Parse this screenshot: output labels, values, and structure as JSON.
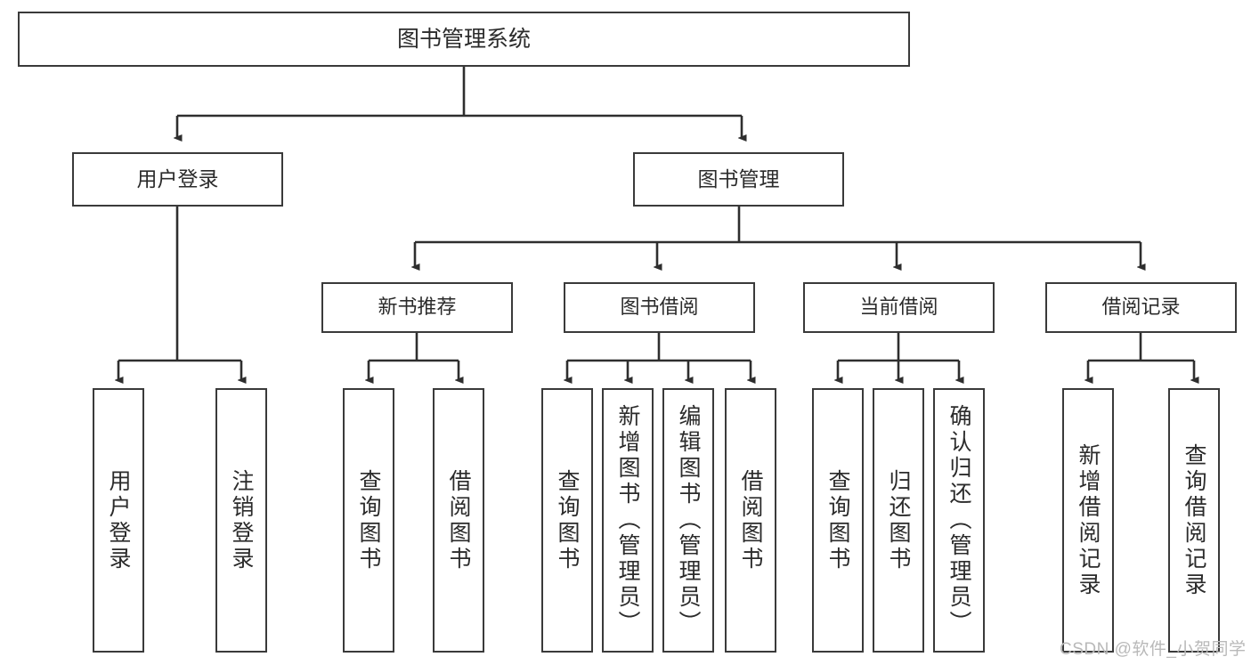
{
  "diagram": {
    "title": "图书管理系统",
    "type": "hierarchy-tree",
    "root": {
      "id": "root",
      "label": "图书管理系统",
      "level": 0
    },
    "level1": [
      {
        "id": "user-login",
        "label": "用户登录"
      },
      {
        "id": "book-manage",
        "label": "图书管理"
      }
    ],
    "level2": [
      {
        "id": "new-book-recommend",
        "label": "新书推荐",
        "parent": "book-manage"
      },
      {
        "id": "book-borrow",
        "label": "图书借阅",
        "parent": "book-manage"
      },
      {
        "id": "current-borrow",
        "label": "当前借阅",
        "parent": "book-manage"
      },
      {
        "id": "borrow-record",
        "label": "借阅记录",
        "parent": "book-manage"
      }
    ],
    "leaves": [
      {
        "id": "leaf-user-login",
        "label": "用户登录",
        "parent": "user-login"
      },
      {
        "id": "leaf-logout-login",
        "label": "注销登录",
        "parent": "user-login"
      },
      {
        "id": "leaf-query-book-1",
        "label": "查询图书",
        "parent": "new-book-recommend"
      },
      {
        "id": "leaf-borrow-book-1",
        "label": "借阅图书",
        "parent": "new-book-recommend"
      },
      {
        "id": "leaf-query-book-2",
        "label": "查询图书",
        "parent": "book-borrow"
      },
      {
        "id": "leaf-add-book",
        "label": "新增图书（管理员）",
        "parent": "book-borrow"
      },
      {
        "id": "leaf-edit-book",
        "label": "编辑图书（管理员）",
        "parent": "book-borrow"
      },
      {
        "id": "leaf-borrow-book-2",
        "label": "借阅图书",
        "parent": "book-borrow"
      },
      {
        "id": "leaf-query-book-3",
        "label": "查询图书",
        "parent": "current-borrow"
      },
      {
        "id": "leaf-return-book",
        "label": "归还图书",
        "parent": "current-borrow"
      },
      {
        "id": "leaf-confirm-return",
        "label": "确认归还（管理员）",
        "parent": "current-borrow"
      },
      {
        "id": "leaf-add-record",
        "label": "新增借阅记录",
        "parent": "borrow-record"
      },
      {
        "id": "leaf-query-record",
        "label": "查询借阅记录",
        "parent": "borrow-record"
      }
    ],
    "colors": {
      "border": "#3a3a3a",
      "text": "#2b2b2b",
      "background": "#ffffff",
      "connector": "#2e2e2e",
      "watermark": "#b9b9b9"
    }
  },
  "watermark": {
    "text": "CSDN @软件_小贺同学"
  }
}
